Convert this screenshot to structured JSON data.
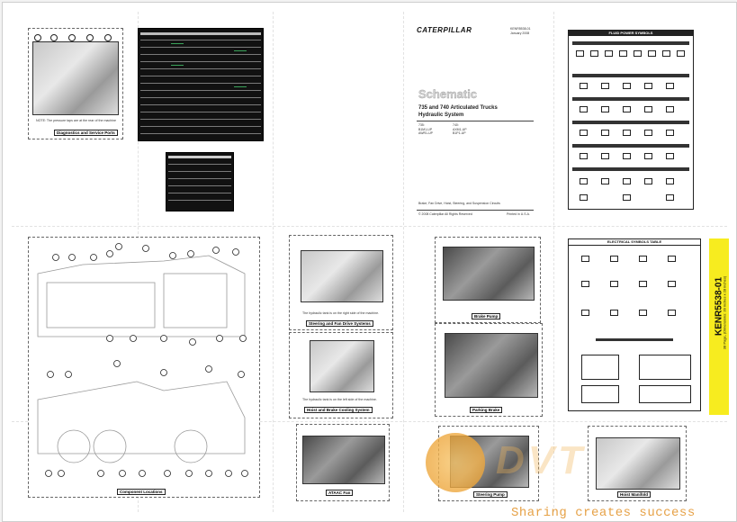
{
  "brand": "CATERPILLAR",
  "cover": {
    "doc_code": "KENR5538-01",
    "date": "January 2008",
    "title": "Schematic",
    "subtitle_line1": "735 and 740 Articulated Trucks",
    "subtitle_line2": "Hydraulic System",
    "models_col1": "735:\nB1M1-UP\nAWR1-UP",
    "models_col2": "740:\nAXM1-UP\nB1P1-UP",
    "circuits": "Brake, Fan Drive, Hoist, Steering, and Suspension Circuits",
    "copyright": "© 2008 Caterpillar All Rights Reserved",
    "print": "Printed in U.S.A."
  },
  "panels": {
    "diagnostics": "Diagnostics and Service Ports",
    "component_locations": "Component Locations",
    "steering_fan": "Steering and Fan Drive Systems",
    "hoist_brake": "Hoist and Brake Cooling System",
    "ataac_fan": "ATAAC Fan",
    "brake_pump": "Brake Pump",
    "parking_brake": "Parking Brake",
    "steering_pump": "Steering Pump",
    "hoist_manifold": "Hoist Manifold"
  },
  "tables": {
    "fluid_power": "FLUID POWER SYMBOLS",
    "electrical": "ELECTRICAL SYMBOLS TABLE"
  },
  "captions": {
    "steering_fan": "The hydraulic tank is on the right side of the machine.",
    "hoist_brake": "The hydraulic tank is on the left side of the machine."
  },
  "note": "NOTE: The pressure taps are at the rear of the machine",
  "kenr": {
    "number": "KENR5538-01",
    "pages": "38 Page, (Dimensions: 39 inches x 28 inches)"
  },
  "watermark": {
    "slogan": "Sharing creates success"
  },
  "colors": {
    "kenr_band": "#f7ec1f",
    "watermark_orange": "#e6a146"
  }
}
